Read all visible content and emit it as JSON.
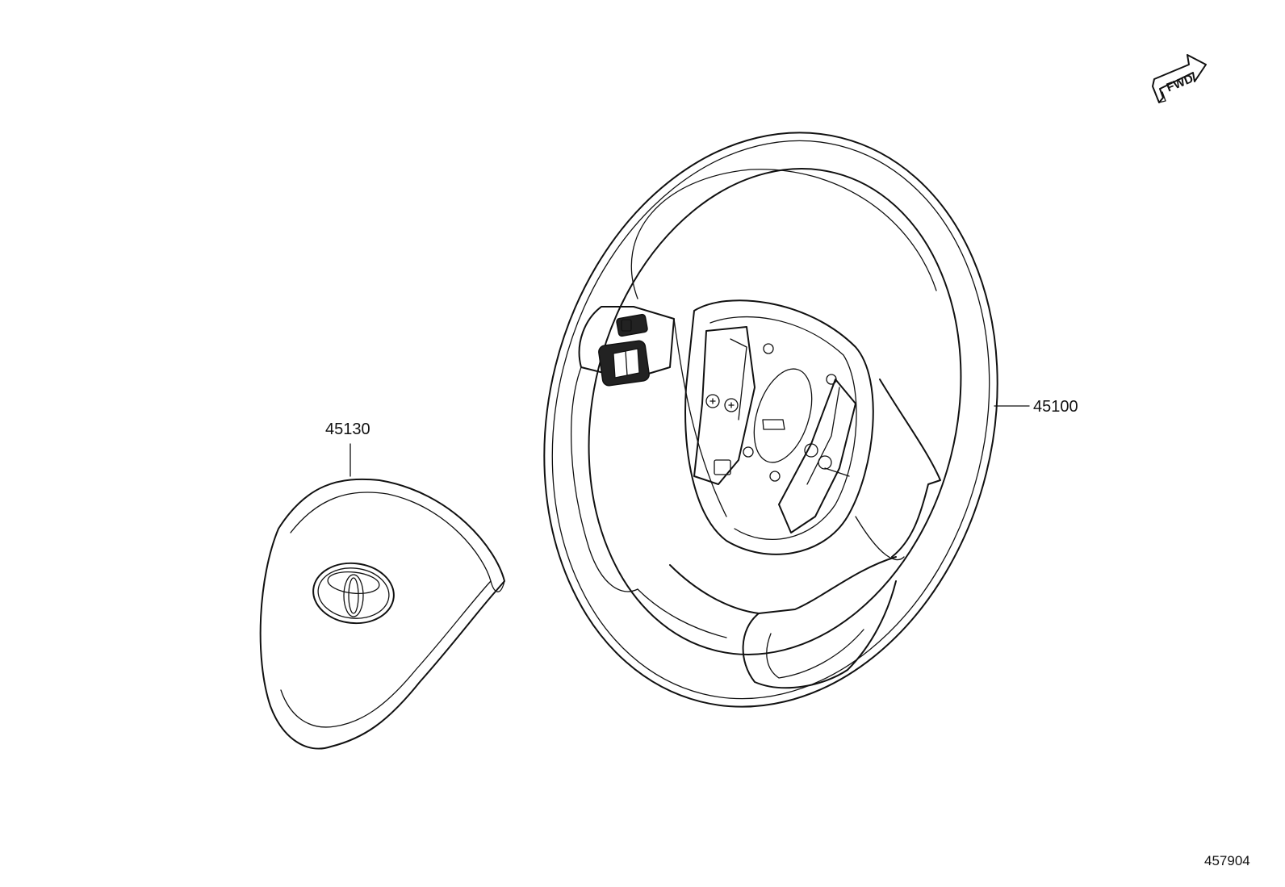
{
  "parts": [
    {
      "number": "45130"
    },
    {
      "number": "45100"
    }
  ],
  "fwd_label": "FWD",
  "diagram_id": "457904"
}
